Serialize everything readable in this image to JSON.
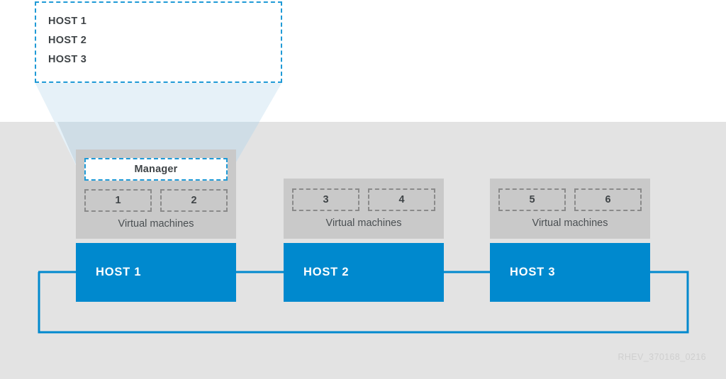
{
  "figure": {
    "watermark": "RHEV_370168_0216",
    "background_color": "#ffffff",
    "stage_color": "#e3e3e3",
    "accent_blue": "#0089ce",
    "dashed_blue": "#1f9ad6",
    "panel_gray": "#c9c9c9",
    "cone_color": "#e6f1f8"
  },
  "callout": {
    "items": [
      {
        "label": "HOST 1"
      },
      {
        "label": "HOST 2"
      },
      {
        "label": "HOST 3"
      }
    ]
  },
  "nodes": [
    {
      "host_label": "HOST 1",
      "manager_label": "Manager",
      "has_manager": true,
      "vm_caption": "Virtual machines",
      "vms": [
        {
          "label": "1"
        },
        {
          "label": "2"
        }
      ]
    },
    {
      "host_label": "HOST 2",
      "manager_label": "",
      "has_manager": false,
      "vm_caption": "Virtual machines",
      "vms": [
        {
          "label": "3"
        },
        {
          "label": "4"
        }
      ]
    },
    {
      "host_label": "HOST 3",
      "manager_label": "",
      "has_manager": false,
      "vm_caption": "Virtual machines",
      "vms": [
        {
          "label": "5"
        },
        {
          "label": "6"
        }
      ]
    }
  ]
}
